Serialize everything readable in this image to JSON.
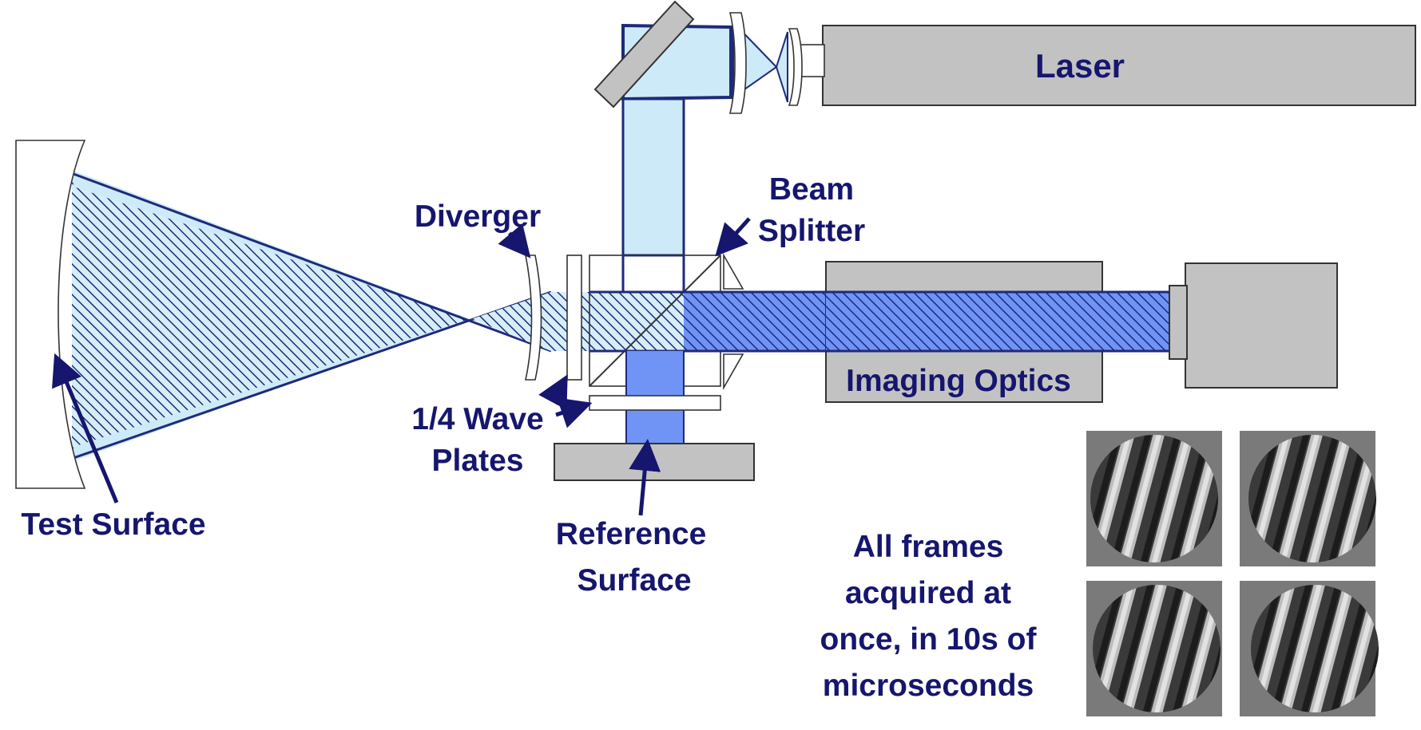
{
  "labels": {
    "laser": "Laser",
    "beam_splitter_line1": "Beam",
    "beam_splitter_line2": "Splitter",
    "diverger": "Diverger",
    "imaging_optics": "Imaging Optics",
    "wave_plates_line1": "1/4 Wave",
    "wave_plates_line2": "Plates",
    "test_surface": "Test Surface",
    "reference_surface_line1": "Reference",
    "reference_surface_line2": "Surface"
  },
  "caption": {
    "line1": "All frames",
    "line2": "acquired at",
    "line3": "once, in 10s of",
    "line4": "microseconds"
  },
  "fringe_frames": [
    {
      "name": "frame-1"
    },
    {
      "name": "frame-2"
    },
    {
      "name": "frame-3"
    },
    {
      "name": "frame-4"
    }
  ],
  "colors": {
    "label_text": "#16166e",
    "beam_light": "#cdeaf8",
    "beam_dark": "#6f94f5",
    "beam_edge": "#1f2a7a",
    "component_gray": "#c2c2c2",
    "frame_background": "#7a7a7a"
  }
}
